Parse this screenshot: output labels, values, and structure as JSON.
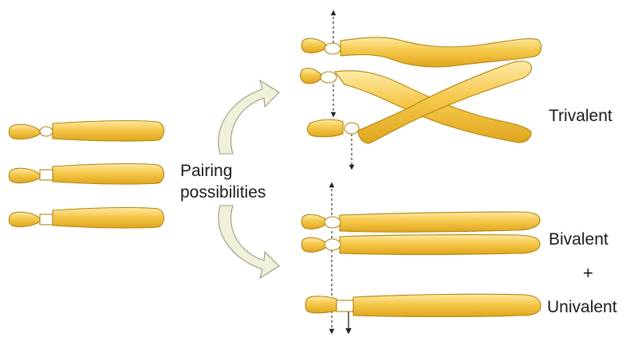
{
  "labels": {
    "pairing_line1": "Pairing",
    "pairing_line2": "possibilities",
    "trivalent": "Trivalent",
    "bivalent": "Bivalent",
    "plus": "+",
    "univalent": "Univalent"
  },
  "colors": {
    "chromosome_light": "#fde9a6",
    "chromosome_mid": "#f5c84a",
    "chromosome_dark": "#e0a51e",
    "outline": "#b0860e",
    "curved_arrow": "#f1f0d8"
  }
}
